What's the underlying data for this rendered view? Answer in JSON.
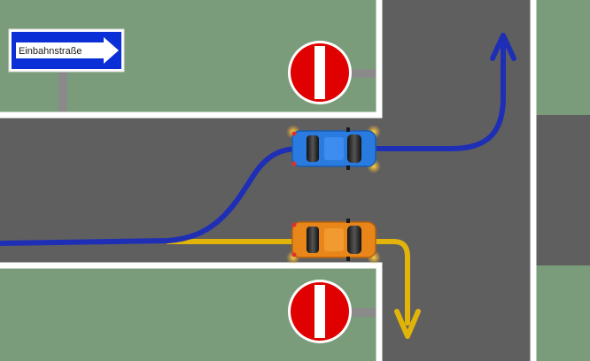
{
  "scene": {
    "description_type": "traffic-diagram",
    "colors": {
      "grass": "#7a9c7a",
      "road": "#5f5f5f",
      "curb": "#ffffff",
      "sign_blue": "#0a2fd6",
      "no_entry_red": "#e00000",
      "path_blue": "#1f2fb5",
      "path_yellow": "#e2b40a",
      "car_blue": "#2a7be0",
      "car_orange": "#e8861a",
      "indicator": "#ffb020",
      "post_gray": "#8a8a8a"
    }
  },
  "one_way_sign": {
    "text": "Einbahnstraße",
    "icon": "arrow-right-icon"
  },
  "no_entry_signs": [
    {
      "name": "no-entry-sign-top",
      "icon": "no-entry-icon"
    },
    {
      "name": "no-entry-sign-bottom",
      "icon": "no-entry-icon"
    }
  ],
  "vehicles": [
    {
      "name": "blue-car",
      "color": "blue",
      "indicator": "left-front-right-front"
    },
    {
      "name": "orange-car",
      "color": "orange",
      "indicator": "hazard"
    }
  ],
  "paths": [
    {
      "name": "blue-path",
      "color": "blue",
      "direction": "up"
    },
    {
      "name": "yellow-path",
      "color": "yellow",
      "direction": "down"
    }
  ]
}
